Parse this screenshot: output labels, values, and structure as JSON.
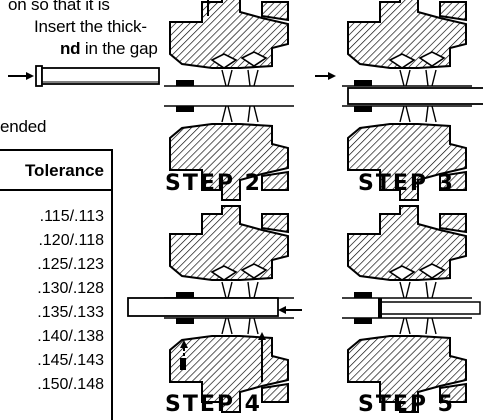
{
  "intro": {
    "line1": "on so that it is",
    "line2": "Insert the thick-",
    "line3_bold": "nd",
    "line3_rest": " in the gap",
    "line4": "ended"
  },
  "table": {
    "header": "Tolerance",
    "rows": [
      ".115/.113",
      ".120/.118",
      ".125/.123",
      ".130/.128",
      ".135/.133",
      ".140/.138",
      ".145/.143",
      ".150/.148"
    ]
  },
  "steps": [
    {
      "label": "STEP 2"
    },
    {
      "label": "STEP 3"
    },
    {
      "label": "STEP 4"
    },
    {
      "label": "STEP 5"
    }
  ]
}
